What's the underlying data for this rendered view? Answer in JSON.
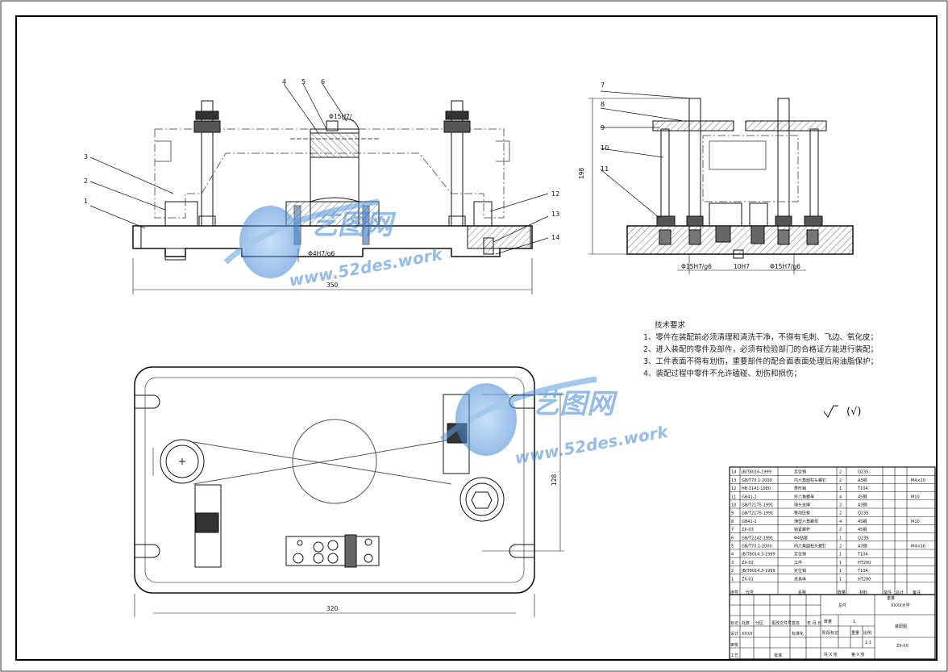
{
  "callouts": {
    "c1": "1",
    "c2": "2",
    "c3": "3",
    "c4": "4",
    "c5": "5",
    "c6": "6",
    "c7": "7",
    "c8": "8",
    "c9": "9",
    "c10": "10",
    "c11": "11",
    "c12": "12",
    "c13": "13",
    "c14": "14"
  },
  "dimensions": {
    "front_width": "350",
    "front_fit": "Φ4H7/g6",
    "front_top_fit": "Φ15H7/",
    "side_height": "198",
    "side_fit_left": "Φ15H7/g6",
    "side_fit_mid": "10H7",
    "side_fit_right": "Φ15H7/g6",
    "plan_width": "320",
    "plan_height": "128"
  },
  "technical_requirements": {
    "title": "技术要求",
    "items": [
      "1、零件在装配前必须清理和清洗干净，不得有毛刺、飞边、氧化皮；",
      "2、进入装配的零件及部件，必须有检验部门的合格证方能进行装配；",
      "3、工件表面不得有划伤，重要部件的配合面表面处理后用油脂保护；",
      "4、装配过程中零件不允许磕碰、划伤和损伤；"
    ]
  },
  "roughness_note": "(√)",
  "watermark": {
    "brand": "艺图网",
    "url": "www.52des.work"
  },
  "bom": [
    {
      "no": "14",
      "code": "JB/T8016-1999",
      "name": "定位销",
      "qty": "2",
      "mat": "Q235",
      "note": ""
    },
    {
      "no": "13",
      "code": "GB/T70.1-2000",
      "name": "内六角圆柱头螺钉",
      "qty": "2",
      "mat": "A3钢",
      "note": "M4×10"
    },
    {
      "no": "12",
      "code": "HB 2141-1980",
      "name": "菱形销",
      "qty": "1",
      "mat": "T10A",
      "note": ""
    },
    {
      "no": "11",
      "code": "GB41-1",
      "name": "外六角螺母",
      "qty": "4",
      "mat": "45钢",
      "note": "M10"
    },
    {
      "no": "10",
      "code": "GB/T2175-1991",
      "name": "球头支撑",
      "qty": "2",
      "mat": "A3钢",
      "note": ""
    },
    {
      "no": "9",
      "code": "GB/T2175-1991",
      "name": "移动压板",
      "qty": "2",
      "mat": "Q235",
      "note": ""
    },
    {
      "no": "8",
      "code": "GB41-1",
      "name": "薄型六角螺母",
      "qty": "4",
      "mat": "45钢",
      "note": "M10"
    },
    {
      "no": "7",
      "code": "ZX-03",
      "name": "锁紧螺杆",
      "qty": "2",
      "mat": "45钢",
      "note": ""
    },
    {
      "no": "6",
      "code": "GB/T2242-1991",
      "name": "Φ4钻套",
      "qty": "1",
      "mat": "Q235",
      "note": ""
    },
    {
      "no": "5",
      "code": "GB/T70.1-2000",
      "name": "内六角圆柱头螺钉",
      "qty": "2",
      "mat": "A3钢",
      "note": "M4×16"
    },
    {
      "no": "4",
      "code": "JB/T8014.3-1999",
      "name": "定位销",
      "qty": "1",
      "mat": "T10A",
      "note": ""
    },
    {
      "no": "3",
      "code": "ZX-02",
      "name": "工件",
      "qty": "1",
      "mat": "HT200",
      "note": ""
    },
    {
      "no": "2",
      "code": "JB/T8014.3-1999",
      "name": "定位销",
      "qty": "1",
      "mat": "T10A",
      "note": ""
    },
    {
      "no": "1",
      "code": "ZX-01",
      "name": "夹具体",
      "qty": "1",
      "mat": "HT200",
      "note": ""
    }
  ],
  "bom_header": {
    "no": "序号",
    "code": "代号",
    "name": "名称",
    "qty": "数量",
    "mat": "材料",
    "unit": "单件",
    "total": "总计",
    "weight": "重量",
    "note": "备注"
  },
  "title_block": {
    "part_name": "总件",
    "school": "XXXX大学",
    "drawing_type": "装配图",
    "drawing_no": "ZX-00",
    "qty_label": "数量",
    "qty_value": "1",
    "stage_label": "阶段标记",
    "weight_label": "重量",
    "scale_label": "比例",
    "scale_value": "1:1",
    "sheet_total": "共 X 张",
    "sheet_no": "第 X 张",
    "design": "设计",
    "designer": "XXXX",
    "std": "标准化",
    "date": "年.月.日",
    "mark": "标记",
    "count": "处数",
    "zone": "分区",
    "change_doc": "更改文件号",
    "sign": "签名",
    "review": "审核",
    "process": "工艺",
    "approve": "批准"
  }
}
